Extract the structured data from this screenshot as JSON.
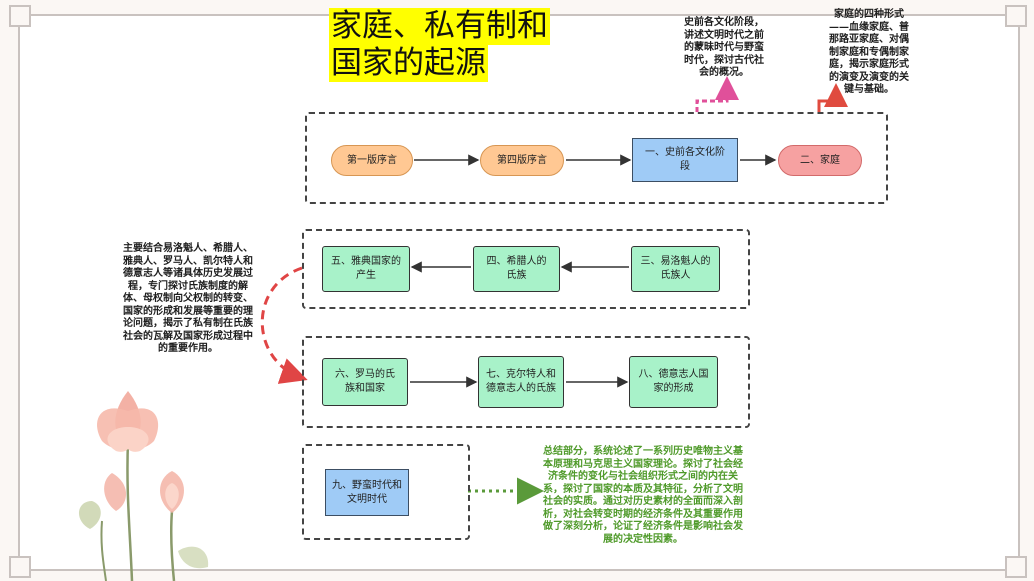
{
  "title": [
    "家庭、私有制和",
    "国家的起源"
  ],
  "notes": {
    "prehistory": "史前各文化阶段，讲述文明时代之前的蒙昧时代与野蛮时代，探讨古代社会的概况。",
    "family": "家庭的四种形式——血缘家庭、普那路亚家庭、对偶制家庭和专偶制家庭，揭示家庭形式的演变及演变的关键与基础。",
    "main": "主要结合易洛魁人、希腊人、雅典人、罗马人、凯尔特人和德意志人等诸具体历史发展过程，专门探讨氏族制度的解体、母权制向父权制的转变、国家的形成和发展等重要的理论问题，揭示了私有制在氏族社会的瓦解及国家形成过程中的重要作用。",
    "summary": "总结部分，系统论述了一系列历史唯物主义基本原理和马克思主义国家理论。探讨了社会经济条件的变化与社会组织形式之间的内在关系，探讨了国家的本质及其特征，分析了文明社会的实质。通过对历史素材的全面而深入剖析，对社会转变时期的经济条件及其重要作用做了深刻分析，论证了经济条件是影响社会发展的决定性因素。"
  },
  "nodes": {
    "n1": "第一版序言",
    "n2": "第四版序言",
    "n3": "一、史前各文化阶段",
    "n4": "二、家庭",
    "n5": "三、易洛魁人的氏族人",
    "n6": "四、希腊人的氏族",
    "n7": "五、雅典国家的产生",
    "n8": "六、罗马的氏族和国家",
    "n9": "七、克尔特人和德意志人的氏族",
    "n10": "八、德意志人国家的形成",
    "n11": "九、野蛮时代和文明时代"
  },
  "colors": {
    "title_highlight": "#ffff00",
    "orange_node": "#ffc893",
    "red_node": "#f6a1a1",
    "blue_node": "#9fcbf6",
    "green_node": "#a8f2c9",
    "pink_connector": "#e0509a",
    "red_connector": "#e04b3f",
    "green_connector": "#5a9a3a",
    "dashed_curve": "#e04545"
  }
}
